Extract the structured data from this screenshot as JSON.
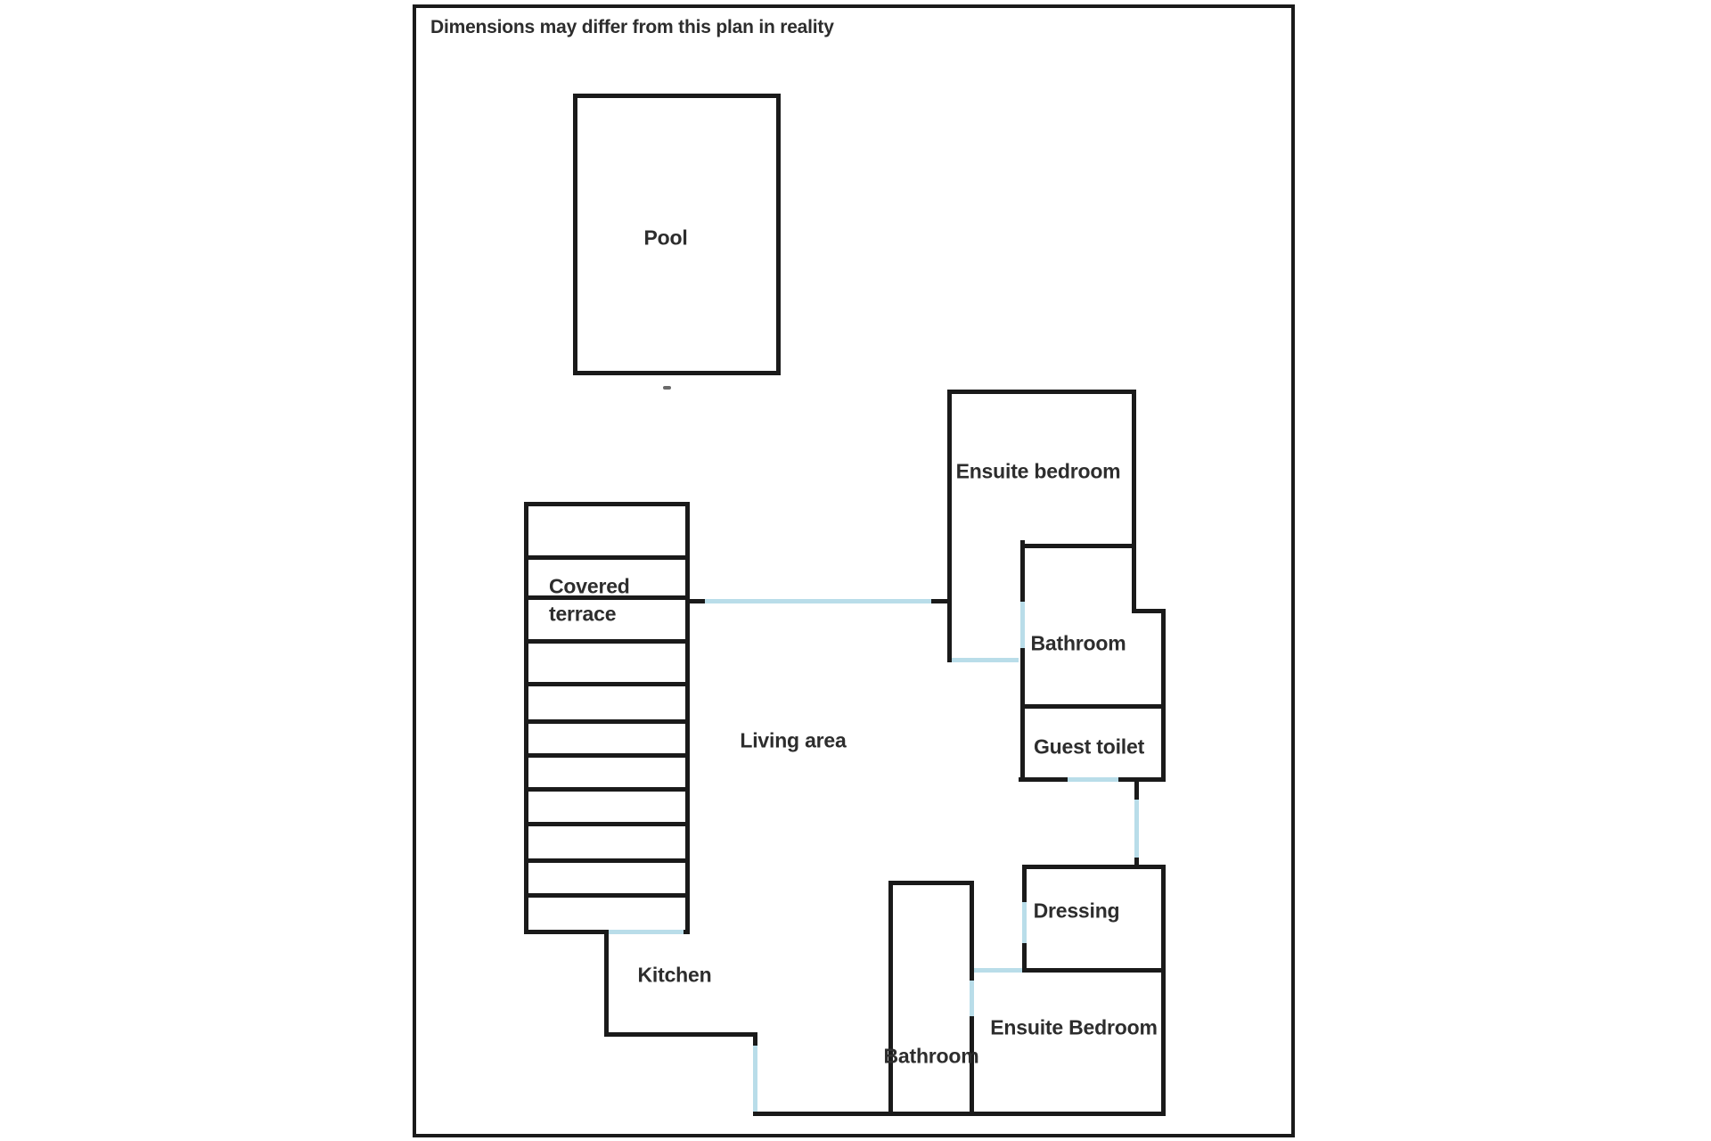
{
  "disclaimer": "Dimensions may differ from this plan in reality",
  "colors": {
    "wall": "#1a1a1a",
    "door": "#b9dde9",
    "text": "#2d2d2d",
    "background": "#ffffff"
  },
  "labels": {
    "pool": "Pool",
    "terrace_line1": "Covered",
    "terrace_line2": "terrace",
    "living": "Living area",
    "kitchen": "Kitchen",
    "ensuite_top": "Ensuite bedroom",
    "bathroom_top": "Bathroom",
    "guest_toilet": "Guest toilet",
    "dressing": "Dressing",
    "bathroom_bottom": "Bathroom",
    "ensuite_bottom": "Ensuite Bedroom"
  }
}
